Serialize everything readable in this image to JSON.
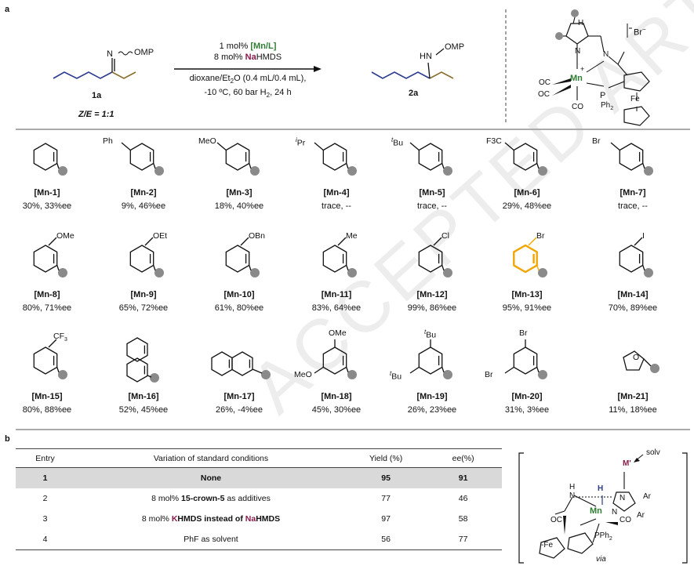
{
  "panel_a": {
    "letter": "a",
    "substrate_label": "1a",
    "ze_ratio": "Z/E = 1:1",
    "substrate_group": "OMP",
    "substrate_atom": "N",
    "product_label": "2a",
    "product_group": "OMP",
    "product_atom": "HN",
    "conditions": {
      "line1_pre": "1 mol% ",
      "line1_cat": "[Mn/L]",
      "line2_pre": "8 mol% ",
      "line2_na": "Na",
      "line2_post": "HMDS",
      "line3": "dioxane/Et",
      "line3b": "O (0.4 mL/0.4 mL),",
      "line4": "-10 ºC, 60 bar H",
      "line4b": ", 24 h"
    },
    "complex": {
      "counter_ion": "Br",
      "mn": "Mn",
      "plus": "+",
      "co1": "OC",
      "co2": "OC",
      "co3": "CO",
      "n1": "N",
      "n2": "N",
      "nh": "H",
      "p": "P",
      "pph": "Ph",
      "fe": "Fe"
    }
  },
  "grid": [
    {
      "label": "[Mn-1]",
      "result": "30%, 33%ee",
      "sub": ""
    },
    {
      "label": "[Mn-2]",
      "result": "9%, 46%ee",
      "sub": "Ph"
    },
    {
      "label": "[Mn-3]",
      "result": "18%, 40%ee",
      "sub": "MeO"
    },
    {
      "label": "[Mn-4]",
      "result": "trace, --",
      "sub": "Pr"
    },
    {
      "label": "[Mn-5]",
      "result": "trace, --",
      "sub": "Bu"
    },
    {
      "label": "[Mn-6]",
      "result": "29%, 48%ee",
      "sub": "F3C"
    },
    {
      "label": "[Mn-7]",
      "result": "trace, --",
      "sub": "Br"
    },
    {
      "label": "[Mn-8]",
      "result": "80%, 71%ee",
      "sub": "OMe"
    },
    {
      "label": "[Mn-9]",
      "result": "65%, 72%ee",
      "sub": "OEt"
    },
    {
      "label": "[Mn-10]",
      "result": "61%, 80%ee",
      "sub": "OBn"
    },
    {
      "label": "[Mn-11]",
      "result": "83%, 64%ee",
      "sub": "Me"
    },
    {
      "label": "[Mn-12]",
      "result": "99%, 86%ee",
      "sub": "Cl"
    },
    {
      "label": "[Mn-13]",
      "result": "95%, 91%ee",
      "sub": "Br"
    },
    {
      "label": "[Mn-14]",
      "result": "70%, 89%ee",
      "sub": "I"
    },
    {
      "label": "[Mn-15]",
      "result": "80%, 88%ee",
      "sub": "CF3"
    },
    {
      "label": "[Mn-16]",
      "result": "52%, 45%ee",
      "sub": ""
    },
    {
      "label": "[Mn-17]",
      "result": "26%, -4%ee",
      "sub": ""
    },
    {
      "label": "[Mn-18]",
      "result": "45%, 30%ee",
      "sub": "OMe"
    },
    {
      "label": "[Mn-19]",
      "result": "26%, 23%ee",
      "sub": "Bu"
    },
    {
      "label": "[Mn-20]",
      "result": "31%, 3%ee",
      "sub": "Br"
    },
    {
      "label": "[Mn-21]",
      "result": "11%, 18%ee",
      "sub": "O"
    }
  ],
  "grid_extra": {
    "mn18_sub2": "MeO",
    "mn19_sub2": "Bu",
    "mn20_sub2": "Br",
    "tBu_prefix": "t",
    "iPr_prefix": "i"
  },
  "panel_b": {
    "letter": "b",
    "headers": [
      "Entry",
      "Variation of standard conditions",
      "Yield (%)",
      "ee(%)"
    ],
    "rows": [
      {
        "entry": "1",
        "variation": "None",
        "yield": "95",
        "ee": "91"
      },
      {
        "entry": "2",
        "variation_pre": "8 mol% ",
        "variation_bold": "15-crown-5",
        "variation_post": " as additives",
        "yield": "77",
        "ee": "46"
      },
      {
        "entry": "3",
        "variation_pre": "8 mol% ",
        "variation_k": "K",
        "variation_mid": "HMDS instead of ",
        "variation_na": "Na",
        "variation_post": "HMDS",
        "yield": "97",
        "ee": "58"
      },
      {
        "entry": "4",
        "variation": "PhF as solvent",
        "yield": "56",
        "ee": "77"
      }
    ],
    "intermediate": {
      "m": "M'",
      "solv": "solv",
      "h": "H",
      "nh": "N",
      "nh_h": "H",
      "n": "N",
      "n2": "N",
      "ar1": "Ar",
      "ar2": "Ar",
      "mn": "Mn",
      "oc": "OC",
      "co": "CO",
      "fe": "-Fe",
      "pph": "PPh",
      "via": "via"
    }
  },
  "colors": {
    "purple": "#8b1a4a",
    "green": "#2e7d32",
    "blue_chain": "#2b3a8f",
    "olive_chain": "#8a6d2b",
    "orange_highlight": "#f0a500",
    "dot": "#8a8a8a"
  },
  "watermark": "ACCEPTED ARTICLE PREVIEW"
}
